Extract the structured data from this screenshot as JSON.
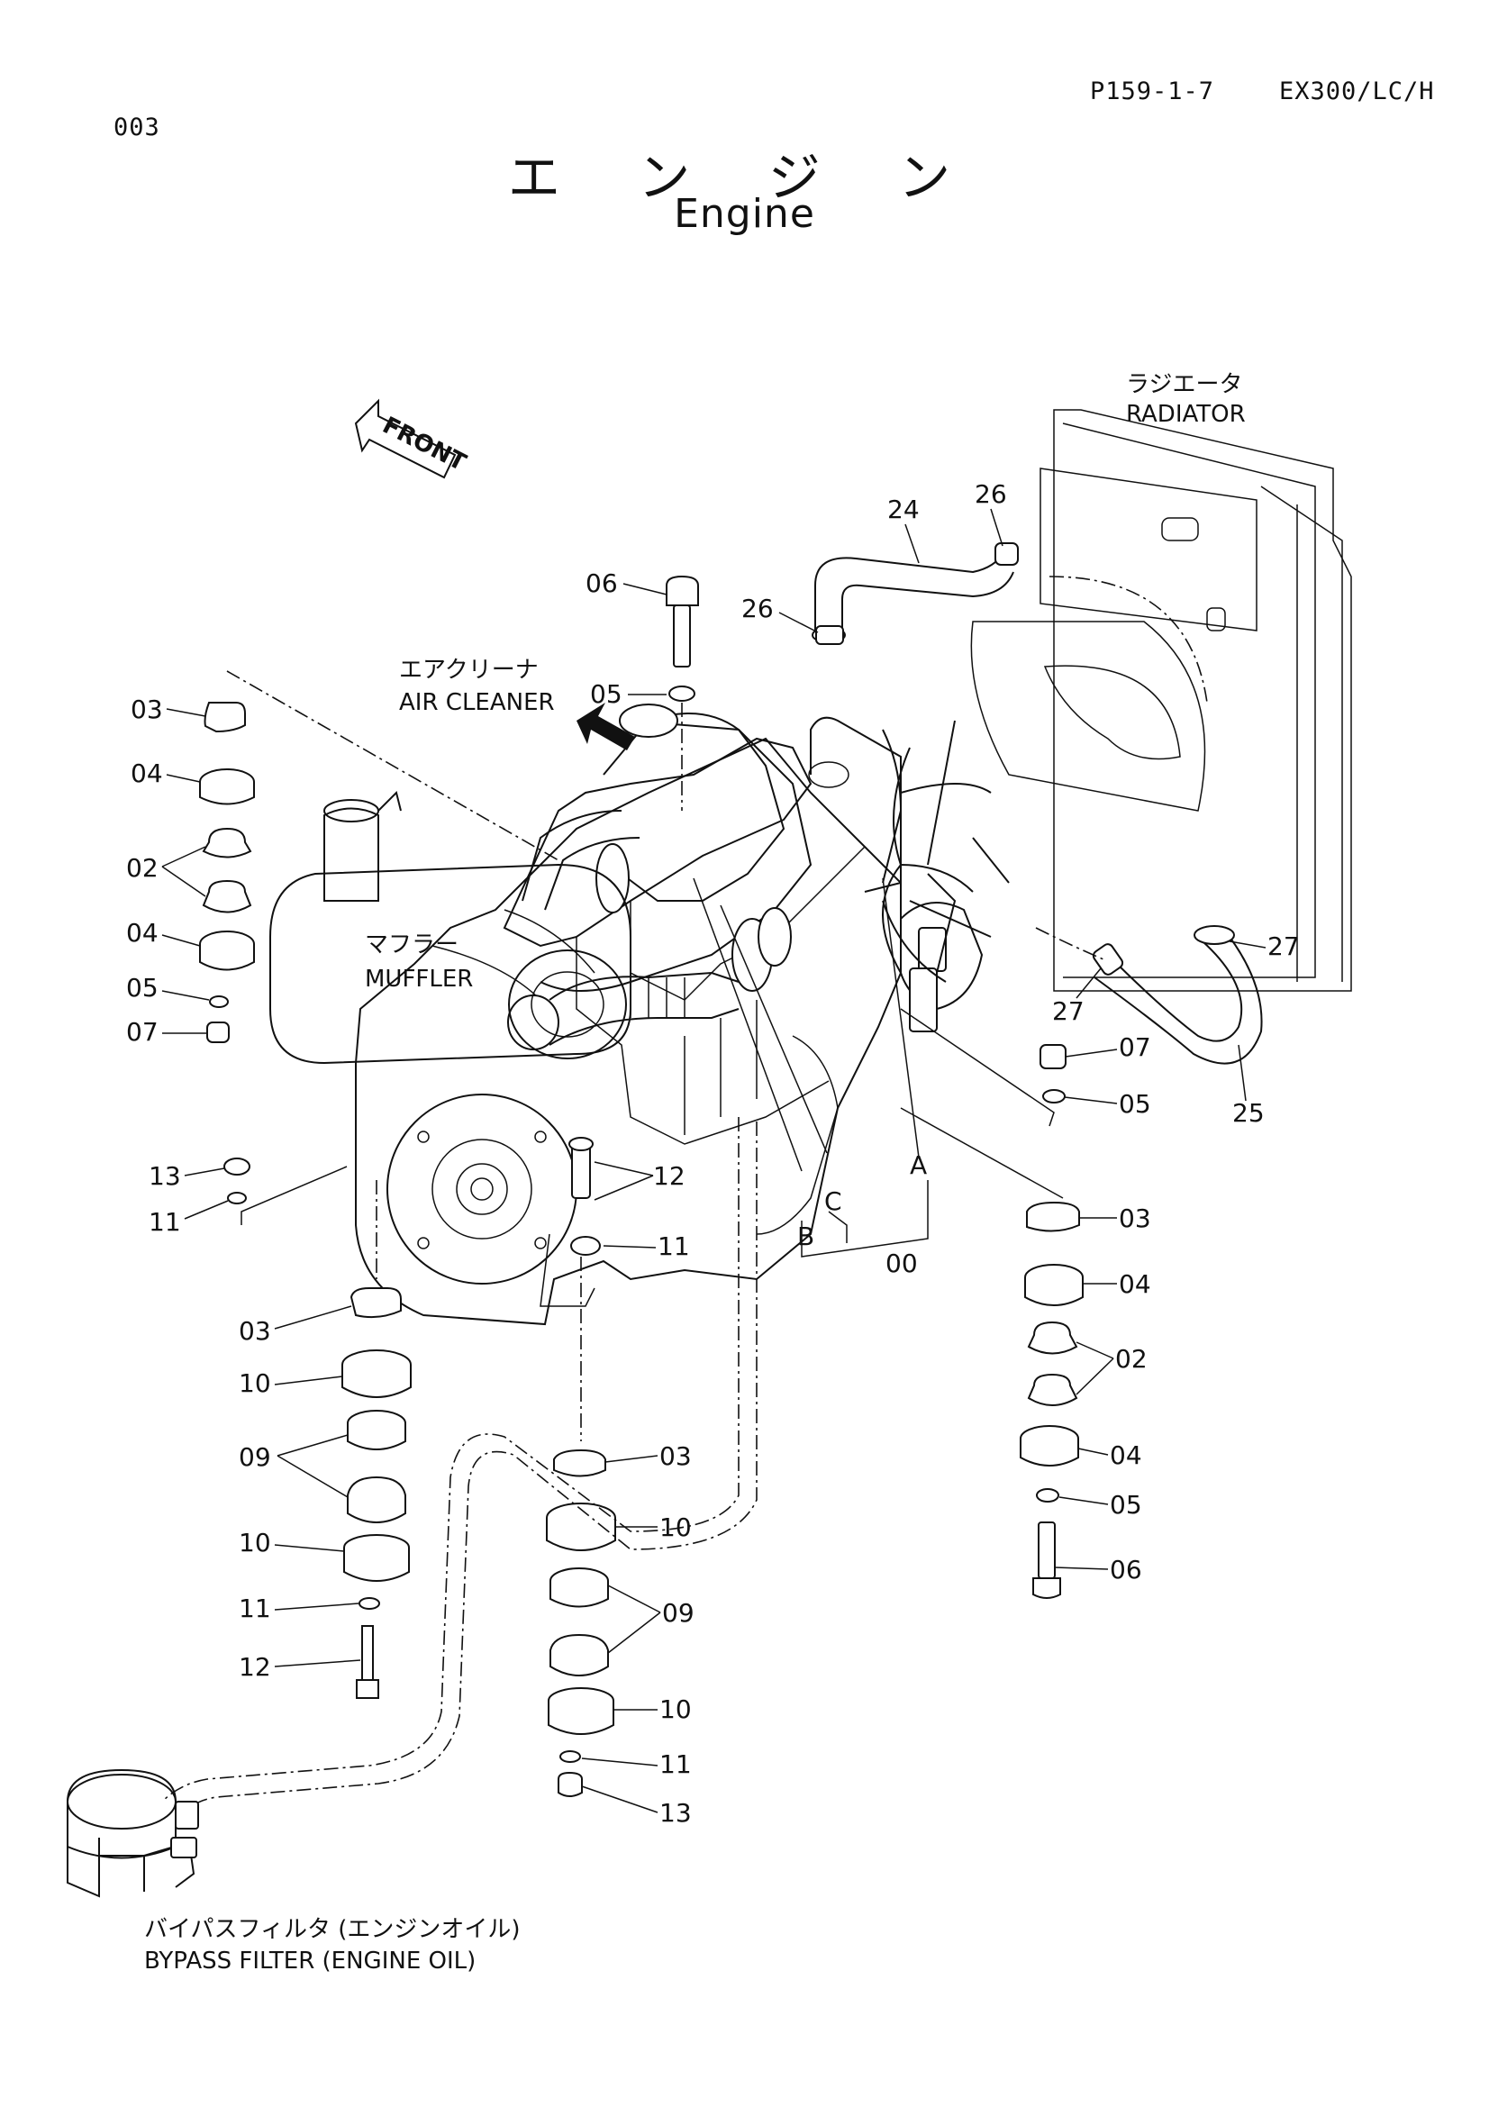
{
  "header": {
    "page_code": "P159-1-7",
    "model": "EX300/LC/H",
    "section_no": "003"
  },
  "title": {
    "japanese": "エ ン ジ ン",
    "english": "Engine"
  },
  "callouts": {
    "front": "FRONT",
    "radiator_jp": "ラジエータ",
    "radiator_en": "RADIATOR",
    "air_cleaner_jp": "エアクリーナ",
    "air_cleaner_en": "AIR CLEANER",
    "muffler_jp": "マフラー",
    "muffler_en": "MUFFLER",
    "bypass_jp": "バイパスフィルタ (エンジンオイル)",
    "bypass_en": "BYPASS FILTER (ENGINE OIL)"
  },
  "part_labels": {
    "p00": "00",
    "p02a": "02",
    "p02b": "02",
    "p03a": "03",
    "p03b": "03",
    "p03c": "03",
    "p03d": "03",
    "p04a": "04",
    "p04b": "04",
    "p04c": "04",
    "p04d": "04",
    "p05a": "05",
    "p05b": "05",
    "p05c": "05",
    "p05d": "05",
    "p06a": "06",
    "p06b": "06",
    "p07a": "07",
    "p07b": "07",
    "p09a": "09",
    "p09b": "09",
    "p10a": "10",
    "p10b": "10",
    "p10c": "10",
    "p10d": "10",
    "p11a": "11",
    "p11b": "11",
    "p11c": "11",
    "p11d": "11",
    "p12a": "12",
    "p12b": "12",
    "p13a": "13",
    "p13b": "13",
    "p24": "24",
    "p25": "25",
    "p26a": "26",
    "p26b": "26",
    "p27a": "27",
    "p27b": "27",
    "pA": "A",
    "pB": "B",
    "pC": "C"
  }
}
